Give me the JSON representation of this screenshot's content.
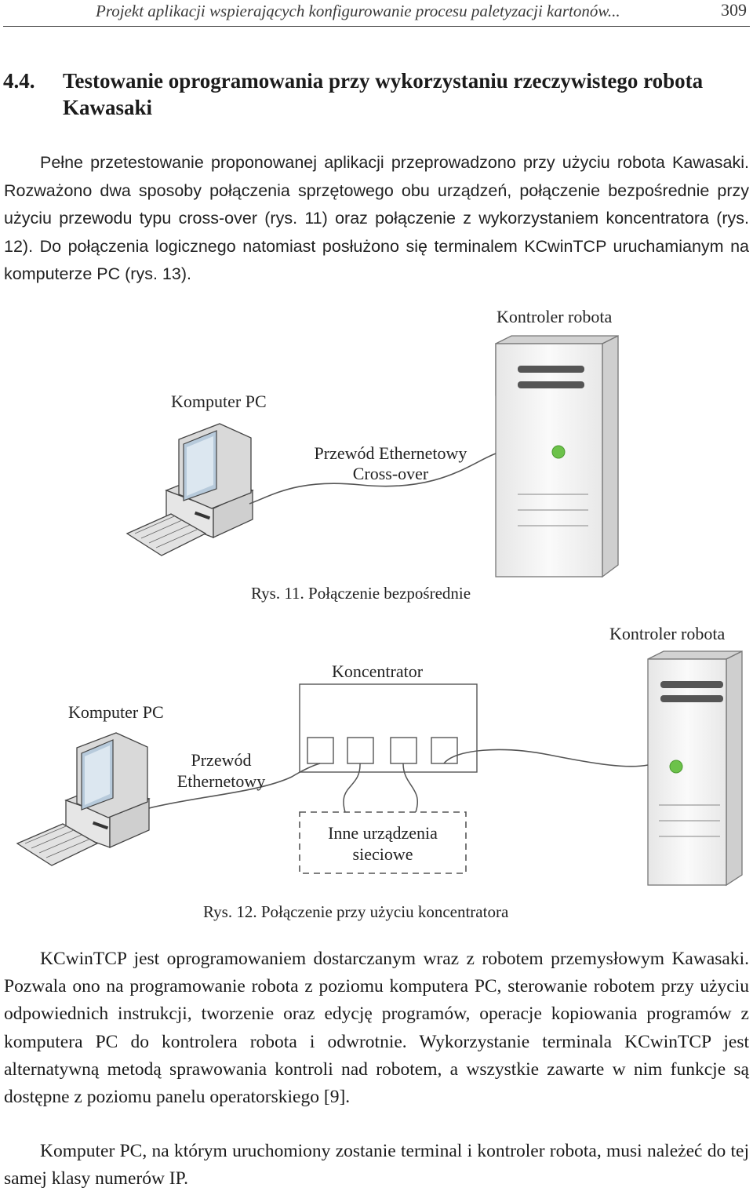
{
  "header": {
    "running_title": "Projekt aplikacji wspierających konfigurowanie procesu paletyzacji kartonów...",
    "page_number": "309"
  },
  "section": {
    "number": "4.4.",
    "title": "Testowanie oprogramowania przy wykorzystaniu rzeczywistego robota Kawasaki"
  },
  "paragraph1": "Pełne przetestowanie proponowanej aplikacji przeprowadzono przy użyciu robota Kawasaki. Rozważono dwa sposoby połączenia sprzętowego obu urządzeń, połączenie bezpośrednie przy użyciu przewodu typu cross-over (rys. 11) oraz połączenie z wykorzystaniem koncentratora (rys. 12). Do połączenia logicznego natomiast posłużono się terminalem KCwinTCP uruchamianym na komputerze PC (rys. 13).",
  "figure11": {
    "label_controller": "Kontroler robota",
    "label_pc": "Komputer PC",
    "label_cable_line1": "Przewód Ethernetowy",
    "label_cable_line2": "Cross-over",
    "caption": "Rys. 11. Połączenie bezpośrednie"
  },
  "figure12": {
    "label_controller": "Kontroler robota",
    "label_hub": "Koncentrator",
    "label_pc": "Komputer PC",
    "label_cable_line1": "Przewód",
    "label_cable_line2": "Ethernetowy",
    "label_other_line1": "Inne urządzenia",
    "label_other_line2": "sieciowe",
    "caption": "Rys. 12. Połączenie przy użyciu koncentratora"
  },
  "paragraph2": "KCwinTCP jest oprogramowaniem dostarczanym wraz z robotem przemysłowym Kawasaki. Pozwala ono na programowanie robota z poziomu komputera PC, sterowanie robotem przy użyciu odpowiednich instrukcji, tworzenie oraz edycję programów, operacje kopiowania programów z komputera PC do kontrolera robota i odwrotnie. Wykorzystanie terminala KCwinTCP jest alternatywną metodą sprawowania kontroli nad robotem, a wszystkie zawarte w nim funkcje są dostępne z poziomu panelu operatorskiego [9].",
  "paragraph3": "Komputer PC, na którym uruchomiony zostanie terminal i kontroler robota, musi należeć do tej samej klasy numerów IP.",
  "colors": {
    "led_green": "#6cc24a",
    "cabinet_fill": "#f4f4f4",
    "line": "#555555"
  }
}
